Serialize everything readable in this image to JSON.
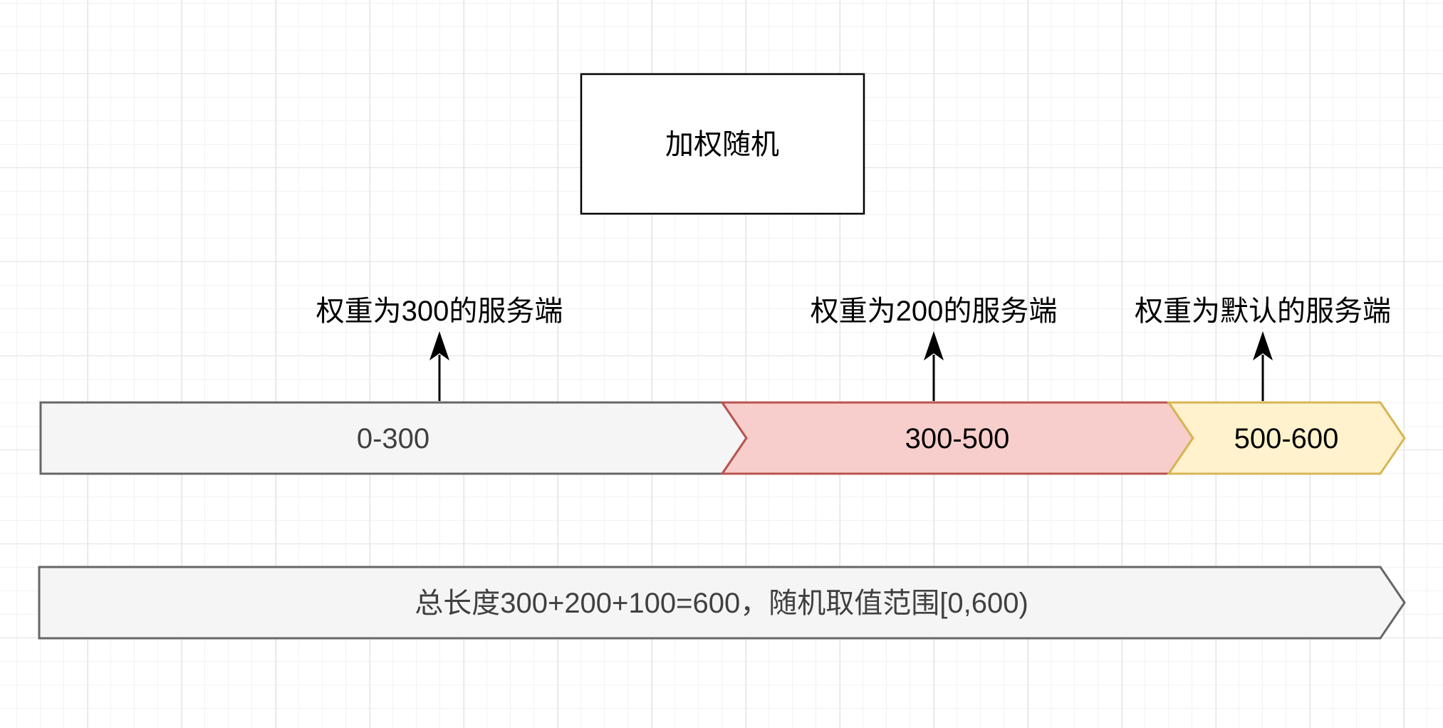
{
  "title_box": {
    "label": "加权随机",
    "border_color": "#000000",
    "fill_color": "#ffffff"
  },
  "annotations": [
    {
      "label": "权重为300的服务端"
    },
    {
      "label": "权重为200的服务端"
    },
    {
      "label": "权重为默认的服务端"
    }
  ],
  "segments": [
    {
      "label": "0-300",
      "fill": "#f5f5f5",
      "border": "#666666",
      "text_color": "#404040"
    },
    {
      "label": "300-500",
      "fill": "#f8cecc",
      "border": "#b85450",
      "text_color": "#000000"
    },
    {
      "label": "500-600",
      "fill": "#fff2cc",
      "border": "#d6b656",
      "text_color": "#000000"
    }
  ],
  "total_bar": {
    "label": "总长度300+200+100=600，随机取值范围[0,600)",
    "fill": "#f5f5f5",
    "border": "#666666",
    "text_color": "#404040"
  },
  "arrow_color": "#000000"
}
